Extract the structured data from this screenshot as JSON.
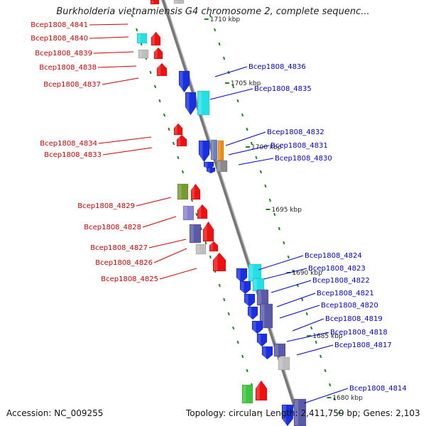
{
  "title": "Burkholderia vietnamiensis G4 chromosome 2, complete sequenc...",
  "footer": {
    "accession": "Accession: NC_009255",
    "summary": "Topology: circular; Length: 2,411,759 bp; Genes: 2,103"
  },
  "colors": {
    "reverse_label": "#cc0000",
    "forward_label": "#0000cc",
    "tick_green": "#1a8a1a",
    "backbone": "#888888",
    "red": "#ee1111",
    "blue": "#1a2fe0",
    "cyan": "#22e0e6",
    "purple": "#5a5aa8",
    "lightpurple": "#8a80d0",
    "grey": "#bdbdbd",
    "darkgrey": "#8a8a8a",
    "orange": "#f08a10",
    "olive": "#7a9a30",
    "green": "#3ec43e",
    "slate": "#6b7fb8"
  },
  "positions": [
    "1710 kbp",
    "1705 kbp",
    "1700 kbp",
    "1695 kbp",
    "1690 kbp",
    "1685 kbp",
    "1680 kbp"
  ],
  "reverse_genes": [
    "Bcep1808_4841",
    "Bcep1808_4840",
    "Bcep1808_4839",
    "Bcep1808_4838",
    "Bcep1808_4837",
    "Bcep1808_4834",
    "Bcep1808_4833",
    "Bcep1808_4829",
    "Bcep1808_4828",
    "Bcep1808_4827",
    "Bcep1808_4826",
    "Bcep1808_4825"
  ],
  "forward_genes": [
    "Bcep1808_4836",
    "Bcep1808_4835",
    "Bcep1808_4832",
    "Bcep1808_4831",
    "Bcep1808_4830",
    "Bcep1808_4824",
    "Bcep1808_4823",
    "Bcep1808_4822",
    "Bcep1808_4821",
    "Bcep1808_4820",
    "Bcep1808_4819",
    "Bcep1808_4818",
    "Bcep1808_4817",
    "Bcep1808_4814"
  ]
}
